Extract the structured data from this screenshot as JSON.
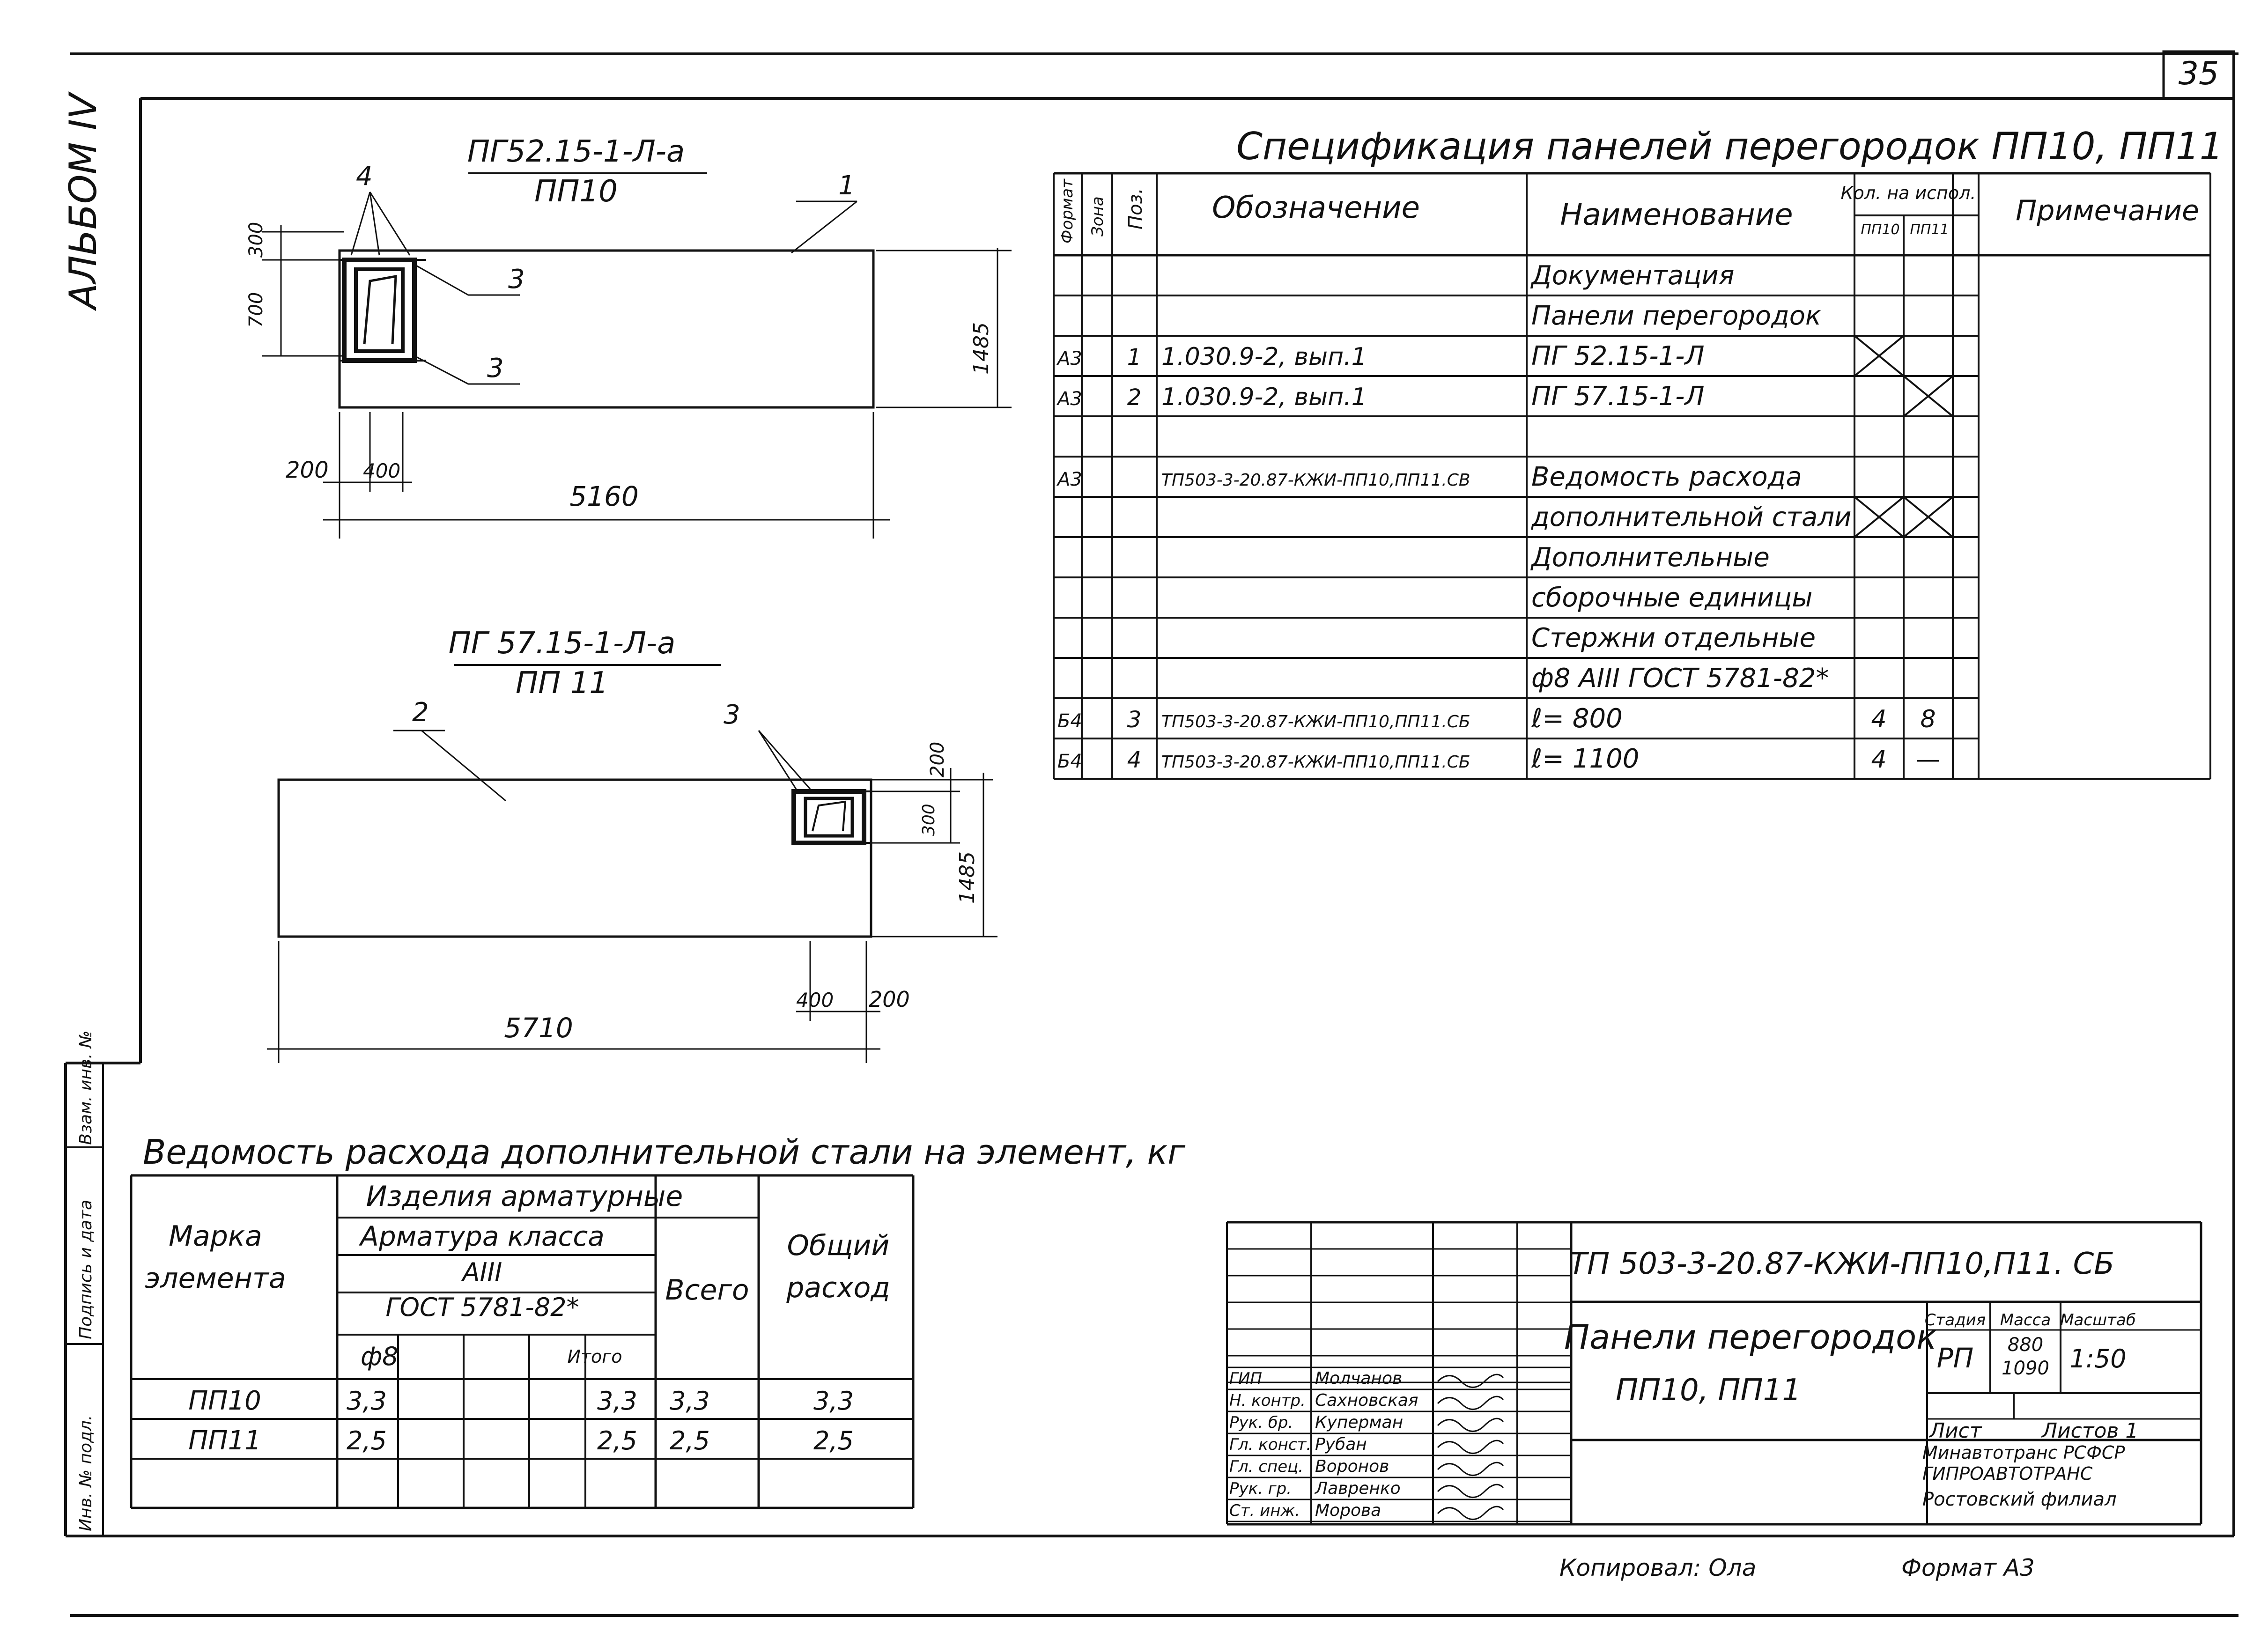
{
  "sheet": {
    "page_number": "35",
    "album_label": "АЛЬБОМ IV",
    "copied_by": "Копировал: Ола",
    "format": "Формат А3"
  },
  "drawing1": {
    "title_line1": "ПГ52.15-1-Л-а",
    "title_line2": "ПП10",
    "callouts": [
      "4",
      "1",
      "3",
      "3"
    ],
    "dims": {
      "d300": "300",
      "d700": "700",
      "d1485": "1485",
      "d200": "200",
      "d400": "400",
      "d5160": "5160"
    }
  },
  "drawing2": {
    "title_line1": "ПГ 57.15-1-Л-а",
    "title_line2": "ПП 11",
    "callouts": [
      "2",
      "3"
    ],
    "dims": {
      "d200": "200",
      "d300": "300",
      "d1485": "1485",
      "d400": "400",
      "d200b": "200",
      "d5710": "5710"
    }
  },
  "spec": {
    "title": "Спецификация панелей перегородок ПП10, ПП11",
    "headers": {
      "format": "Формат",
      "zone": "Зона",
      "pos": "Поз.",
      "designation": "Обозначение",
      "name": "Наименование",
      "qty": "Кол. на испол.",
      "qty_pp10": "ПП10",
      "qty_pp11": "ПП11",
      "note": "Примечание"
    },
    "rows": [
      {
        "format": "",
        "zone": "",
        "pos": "",
        "designation": "",
        "name": "Документация",
        "q1": "",
        "q2": ""
      },
      {
        "format": "",
        "zone": "",
        "pos": "",
        "designation": "",
        "name": "Панели перегородок",
        "q1": "",
        "q2": ""
      },
      {
        "format": "А3",
        "zone": "",
        "pos": "1",
        "designation": "1.030.9-2, вып.1",
        "name": "ПГ 52.15-1-Л",
        "q1": "X",
        "q2": ""
      },
      {
        "format": "А3",
        "zone": "",
        "pos": "2",
        "designation": "1.030.9-2, вып.1",
        "name": "ПГ 57.15-1-Л",
        "q1": "",
        "q2": "X"
      },
      {
        "format": "",
        "zone": "",
        "pos": "",
        "designation": "",
        "name": "",
        "q1": "",
        "q2": ""
      },
      {
        "format": "А3",
        "zone": "",
        "pos": "",
        "designation": "ТП503-3-20.87-КЖИ-ПП10,ПП11.СВ",
        "name": "Ведомость расхода",
        "q1": "",
        "q2": ""
      },
      {
        "format": "",
        "zone": "",
        "pos": "",
        "designation": "",
        "name": "дополнительной стали",
        "q1": "X",
        "q2": "X"
      },
      {
        "format": "",
        "zone": "",
        "pos": "",
        "designation": "",
        "name": "Дополнительные",
        "q1": "",
        "q2": ""
      },
      {
        "format": "",
        "zone": "",
        "pos": "",
        "designation": "",
        "name": "сборочные единицы",
        "q1": "",
        "q2": ""
      },
      {
        "format": "",
        "zone": "",
        "pos": "",
        "designation": "",
        "name": "Стержни отдельные",
        "q1": "",
        "q2": ""
      },
      {
        "format": "",
        "zone": "",
        "pos": "",
        "designation": "",
        "name": "ф8 АIII ГОСТ 5781-82*",
        "q1": "",
        "q2": ""
      },
      {
        "format": "Б4",
        "zone": "",
        "pos": "3",
        "designation": "ТП503-3-20.87-КЖИ-ПП10,ПП11.СБ",
        "name": "ℓ= 800",
        "q1": "4",
        "q2": "8"
      },
      {
        "format": "Б4",
        "zone": "",
        "pos": "4",
        "designation": "ТП503-3-20.87-КЖИ-ПП10,ПП11.СБ",
        "name": "ℓ= 1100",
        "q1": "4",
        "q2": "—"
      }
    ]
  },
  "steel": {
    "title": "Ведомость расхода дополнительной стали на элемент, кг",
    "headers": {
      "mark_l1": "Марка",
      "mark_l2": "элемента",
      "products": "Изделия арматурные",
      "class": "Арматура класса",
      "class_a": "АIII",
      "gost": "ГОСТ 5781-82*",
      "phi8": "ф8",
      "subtotal": "Итого",
      "total": "Всего",
      "overall_l1": "Общий",
      "overall_l2": "расход"
    },
    "rows": [
      {
        "mark": "ПП10",
        "phi8": "3,3",
        "subtotal": "3,3",
        "total": "3,3",
        "overall": "3,3"
      },
      {
        "mark": "ПП11",
        "phi8": "2,5",
        "subtotal": "2,5",
        "total": "2,5",
        "overall": "2,5"
      }
    ]
  },
  "side_stamp": [
    "Взам. инв. №",
    "Подпись и дата",
    "Инв. № подл."
  ],
  "title_block": {
    "code": "ТП 503-3-20.87-КЖИ-ПП10,П11. СБ",
    "name_l1": "Панели перегородок",
    "name_l2": "ПП10, ПП11",
    "stage_h": "Стадия",
    "mass_h": "Масса",
    "scale_h": "Масштаб",
    "stage": "РП",
    "mass1": "880",
    "mass2": "1090",
    "scale": "1:50",
    "sheet": "Лист",
    "sheets": "Листов 1",
    "org1": "Минавтотранс РСФСР",
    "org2": "ГИПРОАВТОТРАНС",
    "org3": "Ростовский филиал",
    "people": [
      {
        "role": "ГИП",
        "name": "Молчанов"
      },
      {
        "role": "Н. контр.",
        "name": "Сахновская"
      },
      {
        "role": "Рук. бр.",
        "name": "Куперман"
      },
      {
        "role": "Гл. конст.",
        "name": "Рубан"
      },
      {
        "role": "Гл. спец.",
        "name": "Воронов"
      },
      {
        "role": "Рук. гр.",
        "name": "Лавренко"
      },
      {
        "role": "Ст. инж.",
        "name": "Морова"
      }
    ]
  }
}
